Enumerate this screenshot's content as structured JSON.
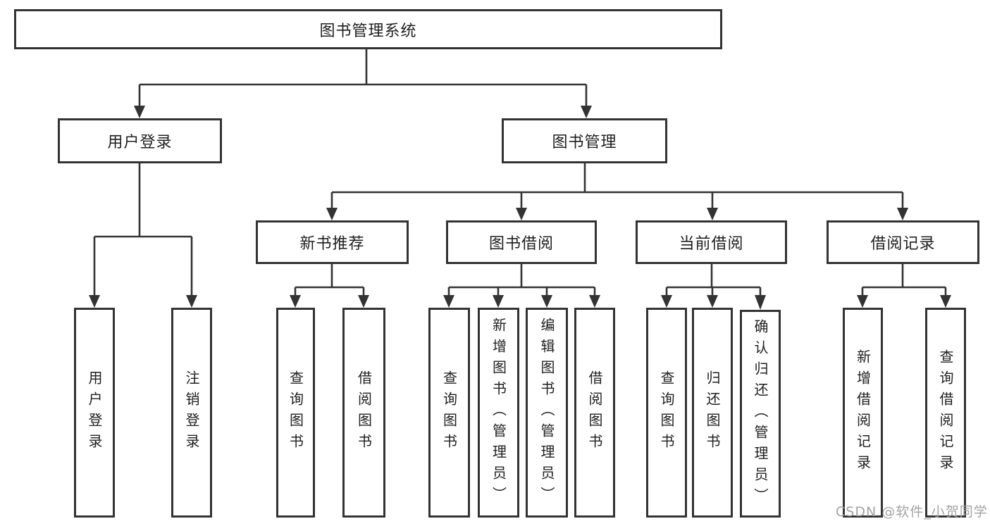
{
  "diagram_type": "hierarchy-tree",
  "tree": {
    "label": "图书管理系统",
    "children": [
      {
        "label": "用户登录",
        "children": [
          {
            "label": "用户登录"
          },
          {
            "label": "注销登录"
          }
        ]
      },
      {
        "label": "图书管理",
        "children": [
          {
            "label": "新书推荐",
            "children": [
              {
                "label": "查询图书"
              },
              {
                "label": "借阅图书"
              }
            ]
          },
          {
            "label": "图书借阅",
            "children": [
              {
                "label": "查询图书"
              },
              {
                "label": "新增图书（管理员）"
              },
              {
                "label": "编辑图书（管理员）"
              },
              {
                "label": "借阅图书"
              }
            ]
          },
          {
            "label": "当前借阅",
            "children": [
              {
                "label": "查询图书"
              },
              {
                "label": "归还图书"
              },
              {
                "label": "确认归还（管理员）"
              }
            ]
          },
          {
            "label": "借阅记录",
            "children": [
              {
                "label": "新增借阅记录"
              },
              {
                "label": "查询借阅记录"
              }
            ]
          }
        ]
      }
    ]
  },
  "watermark": {
    "text": "CSDN @软件_小贺同学"
  },
  "colors": {
    "line": "#333333",
    "text": "#1f1f1f",
    "box_background": "#ffffff",
    "watermark": "#a3a3a3",
    "background": "#ffffff"
  }
}
